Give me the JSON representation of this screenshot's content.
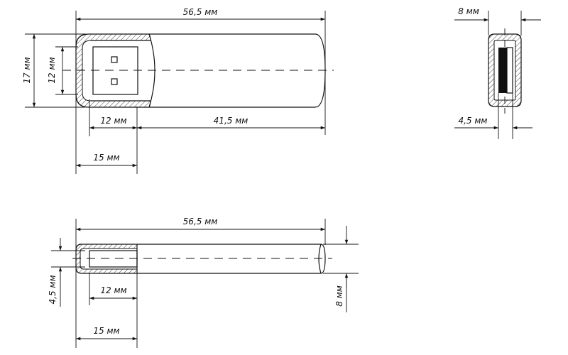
{
  "views": {
    "front": {
      "total_length": "56,5 мм",
      "body_height": "17 мм",
      "connector_height": "12 мм",
      "connector_length": "12 мм",
      "body_length": "41,5 мм",
      "cap_length": "15 мм"
    },
    "end": {
      "width": "8 мм",
      "connector_thickness": "4,5 мм"
    },
    "side": {
      "total_length": "56,5 мм",
      "connector_thickness": "4,5 мм",
      "body_thickness": "8 мм",
      "connector_length": "12 мм",
      "cap_length": "15 мм"
    }
  }
}
